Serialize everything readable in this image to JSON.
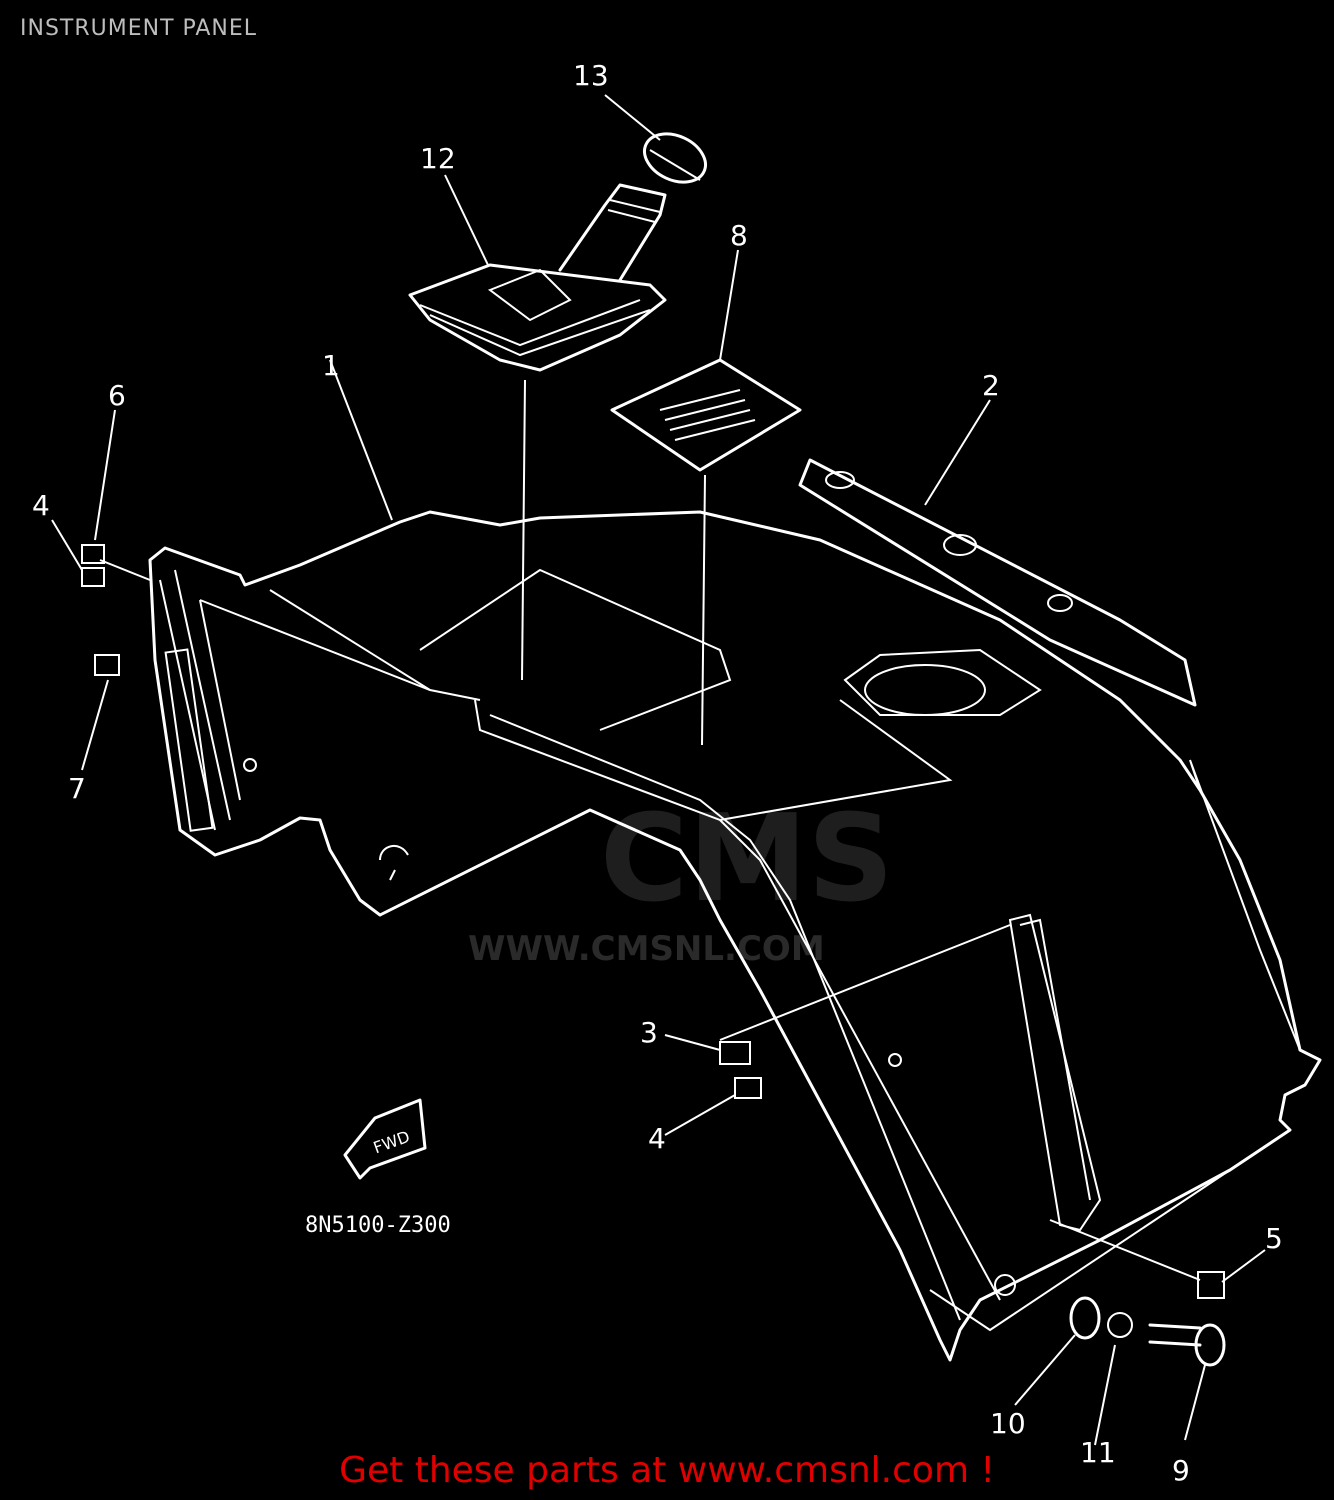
{
  "header": {
    "title": "INSTRUMENT PANEL"
  },
  "diagram": {
    "callouts": [
      {
        "id": "13",
        "label": "13"
      },
      {
        "id": "12",
        "label": "12"
      },
      {
        "id": "8",
        "label": "8"
      },
      {
        "id": "6",
        "label": "6"
      },
      {
        "id": "1",
        "label": "1"
      },
      {
        "id": "2",
        "label": "2"
      },
      {
        "id": "4a",
        "label": "4"
      },
      {
        "id": "7",
        "label": "7"
      },
      {
        "id": "3",
        "label": "3"
      },
      {
        "id": "4b",
        "label": "4"
      },
      {
        "id": "5",
        "label": "5"
      },
      {
        "id": "10",
        "label": "10"
      },
      {
        "id": "11",
        "label": "11"
      },
      {
        "id": "9",
        "label": "9"
      }
    ],
    "front_arrow_label": "FWD",
    "part_code": "8N5100-Z300"
  },
  "watermark": {
    "logo": "CMS",
    "url": "WWW.CMSNL.COM"
  },
  "footer": {
    "promo": "Get these parts at www.cmsnl.com !",
    "promo_color": "#e00000"
  }
}
